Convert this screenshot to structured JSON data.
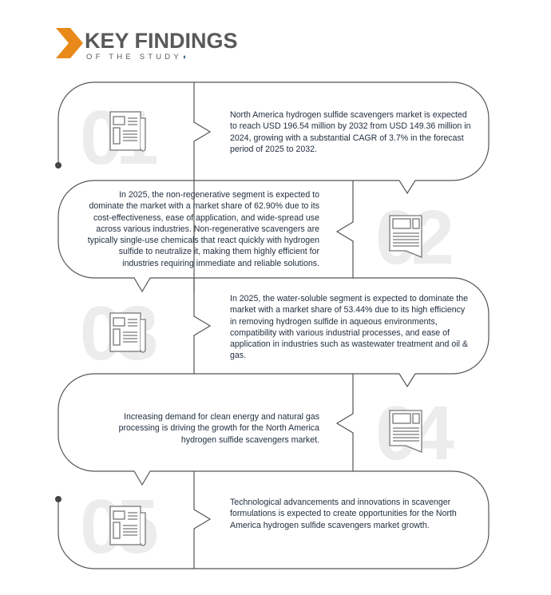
{
  "header": {
    "title": "KEY FINDINGS",
    "subtitle": "OF THE STUDY"
  },
  "accent": "#e8891a",
  "findings": [
    {
      "number": "01",
      "text": "North America hydrogen sulfide scavengers market is expected to reach USD 196.54 million by 2032 from USD 149.36 million in 2024, growing with a substantial CAGR of 3.7% in the forecast period of 2025 to 2032."
    },
    {
      "number": "02",
      "text": "In 2025, the non-regenerative segment is expected to dominate the market with a market share of 62.90% due to its cost-effectiveness, ease of application, and wide-spread use across various industries. Non-regenerative scavengers are typically single-use chemicals that react quickly with hydrogen sulfide to neutralize it, making them highly efficient for industries requiring immediate and reliable solutions."
    },
    {
      "number": "03",
      "text": "In 2025, the water-soluble segment is expected to dominate the market with a market share of 53.44% due to its high efficiency in removing hydrogen sulfide in aqueous environments, compatibility with various industrial processes, and ease of application in industries such as wastewater treatment and oil & gas."
    },
    {
      "number": "04",
      "text": "Increasing demand for clean energy and natural gas processing is driving the growth for the North America hydrogen sulfide scavengers market."
    },
    {
      "number": "05",
      "text": "Technological advancements and innovations in scavenger formulations is expected to create opportunities for the North America hydrogen sulfide scavengers market growth."
    }
  ]
}
